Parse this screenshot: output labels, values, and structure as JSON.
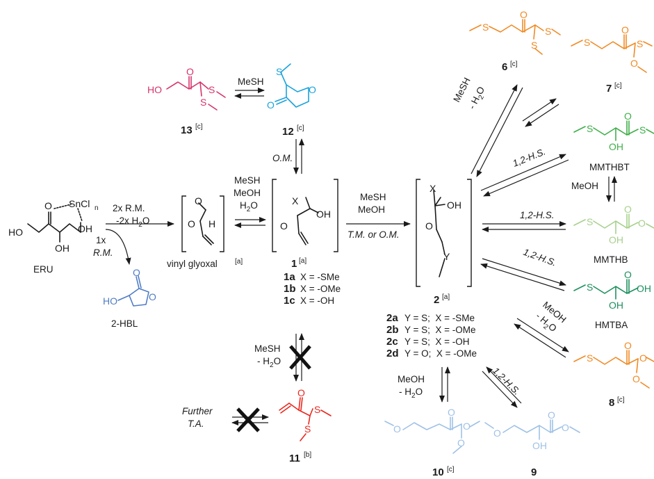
{
  "colors": {
    "black": "#1a1a1a",
    "pink": "#d6336c",
    "cyan": "#1aa3dc",
    "orange": "#f08a24",
    "green": "#3fae49",
    "lightgreen": "#a7d08c",
    "teal": "#1e8f5e",
    "blue": "#4f7cc4",
    "lightblue": "#9fc1e6",
    "red": "#e8281e"
  },
  "compounds": {
    "eru": {
      "label": "ERU"
    },
    "hbl": {
      "label": "2-HBL"
    },
    "vinyl_glyoxal": {
      "label": "vinyl glyoxal",
      "note": "[a]"
    },
    "c1": {
      "label": "1",
      "note": "[a]",
      "variants": [
        {
          "id": "1a",
          "text": "X = -SMe"
        },
        {
          "id": "1b",
          "text": "X = -OMe"
        },
        {
          "id": "1c",
          "text": "X = -OH"
        }
      ]
    },
    "c2": {
      "label": "2",
      "note": "[a]",
      "variants": [
        {
          "id": "2a",
          "text": "Y = S;  X = -SMe"
        },
        {
          "id": "2b",
          "text": "Y = S;  X = -OMe"
        },
        {
          "id": "2c",
          "text": "Y = S;  X = -OH"
        },
        {
          "id": "2d",
          "text": "Y = O;  X = -OMe"
        }
      ]
    },
    "c6": {
      "label": "6",
      "note": "[c]"
    },
    "c7": {
      "label": "7",
      "note": "[c]"
    },
    "c8": {
      "label": "8",
      "note": "[c]"
    },
    "c9": {
      "label": "9"
    },
    "c10": {
      "label": "10",
      "note": "[c]"
    },
    "c11": {
      "label": "11",
      "note": "[b]"
    },
    "c12": {
      "label": "12",
      "note": "[c]"
    },
    "c13": {
      "label": "13",
      "note": "[c]"
    },
    "mmthbt": {
      "label": "MMTHBT"
    },
    "mmthb": {
      "label": "MMTHB"
    },
    "hmtba": {
      "label": "HMTBA"
    }
  },
  "atoms": {
    "X": "X",
    "Y": "Y",
    "O": "O",
    "OH": "OH",
    "HO": "HO",
    "H": "H",
    "S": "S",
    "SnCln": "SnCl",
    "n": "n",
    "H2O_suffix": "2O"
  },
  "reactions": {
    "eru_to_vg": {
      "line1": "2x R.M.",
      "line2": "-2x H",
      "line2_tail": "O"
    },
    "eru_to_hbl": {
      "line1": "1x",
      "line2": "R.M."
    },
    "vg_to_1": {
      "line1": "MeSH",
      "line2": "MeOH",
      "line3": "H",
      "line3_tail": "O"
    },
    "c1_to_c2": {
      "line1": "MeSH",
      "line2": "MeOH",
      "line3": "T.M. or O.M."
    },
    "c13_c12": {
      "line1": "MeSH"
    },
    "c12_c1": {
      "line1": "O.M."
    },
    "c1_to_c11": {
      "line1": "MeSH",
      "line2": "- H",
      "line2_tail": "O"
    },
    "c11_further": {
      "line1": "Further",
      "line2": "T.A."
    },
    "c2_to_c6": {
      "line1": "MeSH",
      "line2": "- H",
      "line2_tail": "O"
    },
    "c2_to_mmthbt": {
      "line1": "1,2-H.S."
    },
    "mmthbt_to_mmthb": {
      "line1": "MeOH"
    },
    "c2_to_mmthb": {
      "line1": "1,2-H.S."
    },
    "c2_to_hmtba": {
      "line1": "1,2-H.S."
    },
    "c2_to_c8": {
      "line1": "MeOH",
      "line2": "- H",
      "line2_tail": "O"
    },
    "c2_to_c10": {
      "line1": "MeOH",
      "line2": "- H",
      "line2_tail": "O"
    },
    "c2_to_c9": {
      "line1": "1,2-H.S."
    }
  }
}
